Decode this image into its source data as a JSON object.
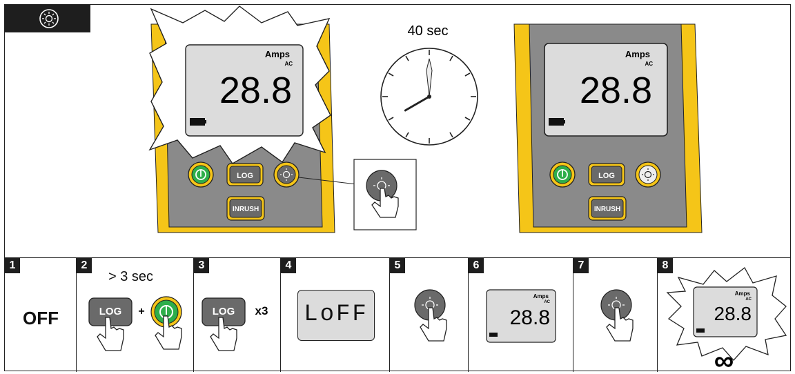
{
  "header": {
    "icon": "backlight-icon"
  },
  "top": {
    "timer_label": "40 sec",
    "meter_left": {
      "unit": "Amps",
      "mode": "AC",
      "reading": "28.8",
      "buttons": {
        "log": "LOG",
        "inrush": "INRUSH"
      }
    },
    "meter_right": {
      "unit": "Amps",
      "mode": "AC",
      "reading": "28.8",
      "buttons": {
        "log": "LOG",
        "inrush": "INRUSH"
      }
    },
    "clock": {
      "hour": 8,
      "minute": 0
    }
  },
  "steps": [
    {
      "num": "1",
      "text": "OFF"
    },
    {
      "num": "2",
      "caption": "> 3  sec",
      "button": "LOG",
      "plus": "+"
    },
    {
      "num": "3",
      "button": "LOG",
      "suffix": "x3"
    },
    {
      "num": "4",
      "display": "LoFF"
    },
    {
      "num": "5"
    },
    {
      "num": "6",
      "unit": "Amps",
      "mode": "AC",
      "reading": "28.8"
    },
    {
      "num": "7"
    },
    {
      "num": "8",
      "unit": "Amps",
      "mode": "AC",
      "reading": "28.8",
      "symbol": "∞"
    }
  ],
  "colors": {
    "yellow": "#f5c518",
    "case_gray": "#8a8a8a",
    "lcd": "#dcdcdc",
    "dark": "#1e1e1e",
    "green": "#2eae4a"
  }
}
